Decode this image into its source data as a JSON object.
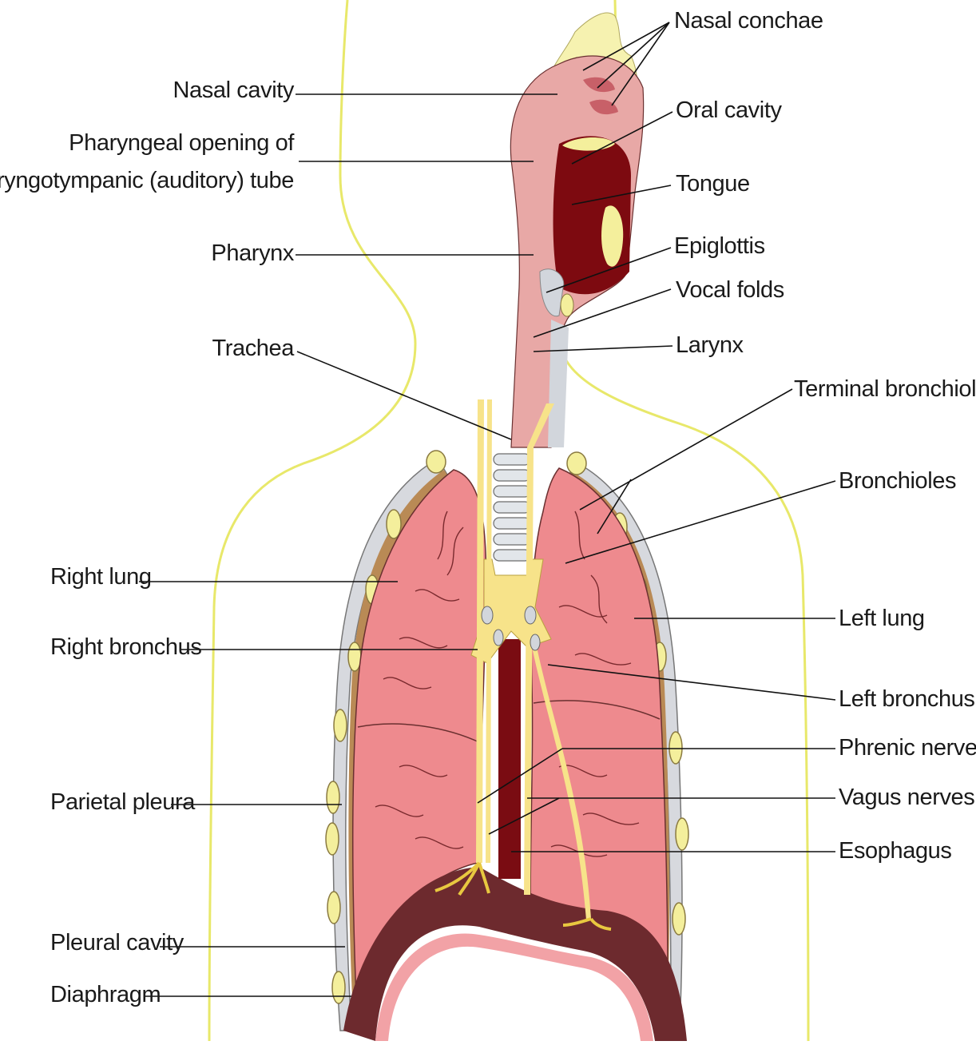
{
  "diagram": {
    "colors": {
      "body_outline": "#e8e86a",
      "lung": "#ee8a8e",
      "lung_lower": "#ea8488",
      "airway": "#e8a8a6",
      "dark_tissue": "#7d0a10",
      "esophagus": "#7a0c12",
      "nerves": "#f7e38a",
      "cartilage": "#f4ef9c",
      "pleura": "#b98a55",
      "diaphragm": "#6d2a2e",
      "label_line": "#111111"
    },
    "labels_left": {
      "nasal_cavity": "Nasal cavity",
      "pharyngeal_line1": "Pharyngeal opening of",
      "pharyngeal_line2": "pharyngotympanic (auditory) tube",
      "pharynx": "Pharynx",
      "trachea": "Trachea",
      "right_lung": "Right lung",
      "right_bronchus": "Right bronchus",
      "parietal_pleura": "Parietal pleura",
      "pleural_cavity": "Pleural cavity",
      "diaphragm": "Diaphragm"
    },
    "labels_right": {
      "nasal_conchae": "Nasal conchae",
      "oral_cavity": "Oral cavity",
      "tongue": "Tongue",
      "epiglottis": "Epiglottis",
      "vocal_folds": "Vocal folds",
      "larynx": "Larynx",
      "terminal_bronchioles": "Terminal bronchioles",
      "bronchioles": "Bronchioles",
      "left_lung": "Left lung",
      "left_bronchus": "Left bronchus",
      "phrenic_nerves": "Phrenic nerves",
      "vagus_nerves": "Vagus nerves",
      "esophagus": "Esophagus"
    }
  }
}
